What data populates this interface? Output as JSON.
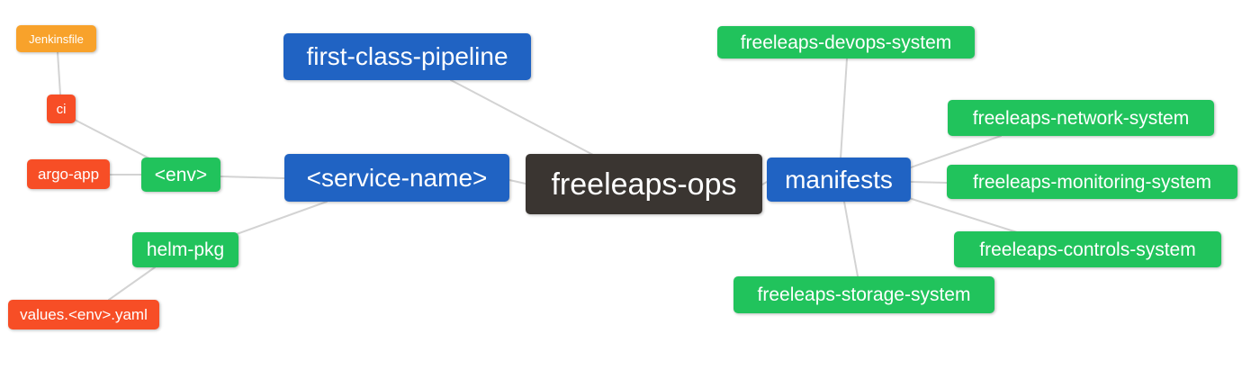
{
  "diagram": {
    "type": "mindmap",
    "root": "freeleaps-ops",
    "background": "#ffffff",
    "edge_color": "#d3d3d3"
  },
  "colors": {
    "blue": "#2063c3",
    "green": "#21c35c",
    "orange": "#f8a22b",
    "red": "#f74e26",
    "dark": "#3a3531",
    "text": "#ffffff"
  },
  "nodes": [
    {
      "id": "jenkinsfile",
      "label": "Jenkinsfile",
      "color": "orange"
    },
    {
      "id": "ci",
      "label": "ci",
      "color": "red"
    },
    {
      "id": "argo-app",
      "label": "argo-app",
      "color": "red"
    },
    {
      "id": "env",
      "label": "<env>",
      "color": "green"
    },
    {
      "id": "helm-pkg",
      "label": "helm-pkg",
      "color": "green"
    },
    {
      "id": "values-env-yaml",
      "label": "values.<env>.yaml",
      "color": "red"
    },
    {
      "id": "first-class-pipeline",
      "label": "first-class-pipeline",
      "color": "blue"
    },
    {
      "id": "service-name",
      "label": "<service-name>",
      "color": "blue"
    },
    {
      "id": "freeleaps-ops",
      "label": "freeleaps-ops",
      "color": "dark"
    },
    {
      "id": "manifests",
      "label": "manifests",
      "color": "blue"
    },
    {
      "id": "freeleaps-devops-system",
      "label": "freeleaps-devops-system",
      "color": "green"
    },
    {
      "id": "freeleaps-network-system",
      "label": "freeleaps-network-system",
      "color": "green"
    },
    {
      "id": "freeleaps-monitoring-system",
      "label": "freeleaps-monitoring-system",
      "color": "green"
    },
    {
      "id": "freeleaps-controls-system",
      "label": "freeleaps-controls-system",
      "color": "green"
    },
    {
      "id": "freeleaps-storage-system",
      "label": "freeleaps-storage-system",
      "color": "green"
    }
  ],
  "edges": [
    {
      "from": "jenkinsfile",
      "to": "ci"
    },
    {
      "from": "ci",
      "to": "env"
    },
    {
      "from": "argo-app",
      "to": "env"
    },
    {
      "from": "env",
      "to": "service-name"
    },
    {
      "from": "helm-pkg",
      "to": "service-name"
    },
    {
      "from": "helm-pkg",
      "to": "values-env-yaml"
    },
    {
      "from": "service-name",
      "to": "freeleaps-ops"
    },
    {
      "from": "first-class-pipeline",
      "to": "freeleaps-ops"
    },
    {
      "from": "freeleaps-ops",
      "to": "manifests"
    },
    {
      "from": "manifests",
      "to": "freeleaps-devops-system"
    },
    {
      "from": "manifests",
      "to": "freeleaps-network-system"
    },
    {
      "from": "manifests",
      "to": "freeleaps-monitoring-system"
    },
    {
      "from": "manifests",
      "to": "freeleaps-controls-system"
    },
    {
      "from": "manifests",
      "to": "freeleaps-storage-system"
    }
  ]
}
